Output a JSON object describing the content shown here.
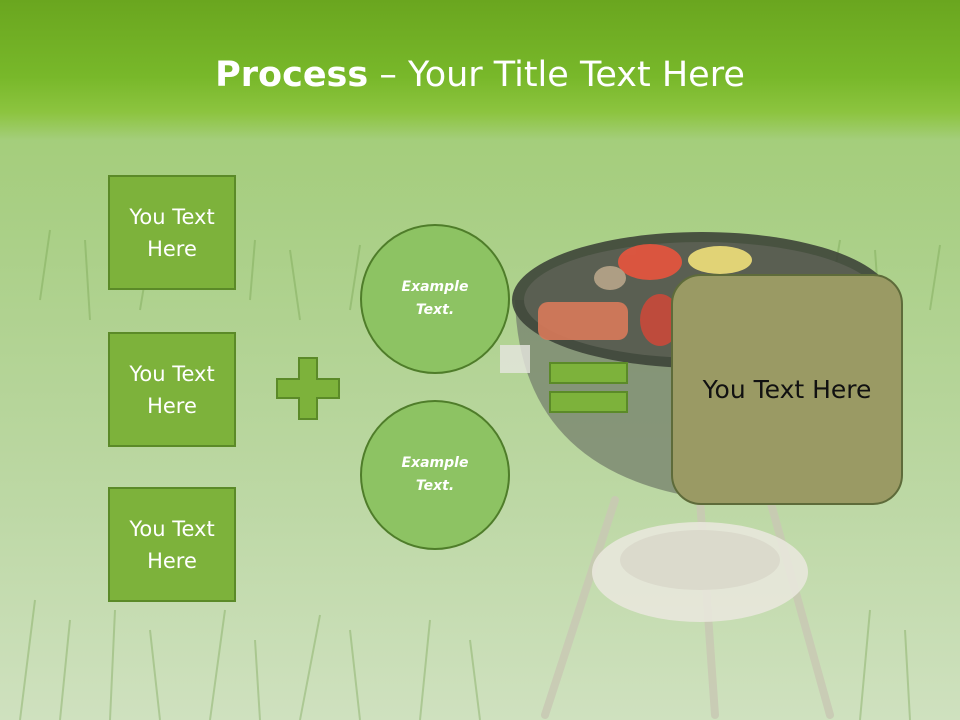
{
  "slide": {
    "title_bold": "Process",
    "title_rest": " – Your Title Text Here",
    "left_boxes": [
      {
        "label": "You Text Here"
      },
      {
        "label": "You Text Here"
      },
      {
        "label": "You Text Here"
      }
    ],
    "plus_icon": "plus-icon",
    "circles": [
      {
        "label": "Example Text."
      },
      {
        "label": "Example Text."
      }
    ],
    "equals_icon": "equals-icon",
    "result_box": {
      "label": "You Text Here"
    }
  },
  "colors": {
    "header_green": "#78b82a",
    "box_fill": "#7db23b",
    "circle_fill": "#8dc363",
    "result_fill": "#9a9a64"
  }
}
